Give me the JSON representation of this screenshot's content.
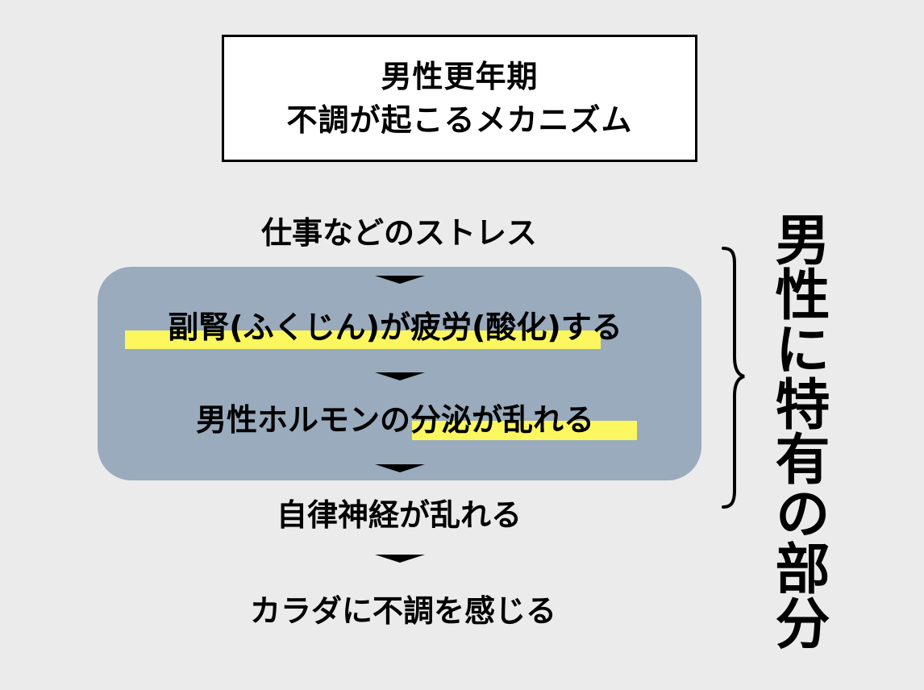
{
  "title": {
    "line1": "男性更年期",
    "line2": "不調が起こるメカニズム"
  },
  "steps": [
    {
      "text": "仕事などのストレス",
      "highlighted": false
    },
    {
      "text": "副腎(ふくじん)が疲労(酸化)する",
      "highlighted": true,
      "highlight_part": "副腎(ふくじん)が疲労(酸化)"
    },
    {
      "text": "男性ホルモンの分泌が乱れる",
      "highlighted": true,
      "highlight_part": "分泌が乱れる"
    },
    {
      "text": "自律神経が乱れる",
      "highlighted": false
    },
    {
      "text": "カラダに不調を感じる",
      "highlighted": false
    }
  ],
  "side_label": "男性に特有の部分",
  "colors": {
    "background": "#ebebeb",
    "group_box": "#99abbd",
    "highlight": "#fcf75e",
    "text": "#000000",
    "title_box": "#ffffff"
  },
  "icons": {
    "arrow": "down-wedge-arrow",
    "brace": "right-curly-brace"
  }
}
